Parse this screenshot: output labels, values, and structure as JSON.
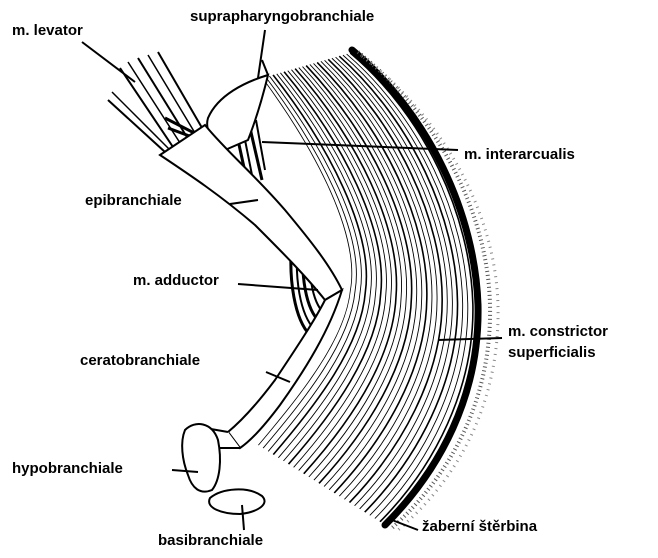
{
  "labels": {
    "levator": "m. levator",
    "suprapharyngo": "suprapharyngobranchiale",
    "interarcualis": "m. interarcualis",
    "epibranchiale": "epibranchiale",
    "adductor": "m. adductor",
    "constrictor_line1": "m. constrictor",
    "constrictor_line2": "superficialis",
    "ceratobranchiale": "ceratobranchiale",
    "hypobranchiale": "hypobranchiale",
    "basibranchiale": "basibranchiale",
    "zaberni": "žaberní štěrbina"
  }
}
